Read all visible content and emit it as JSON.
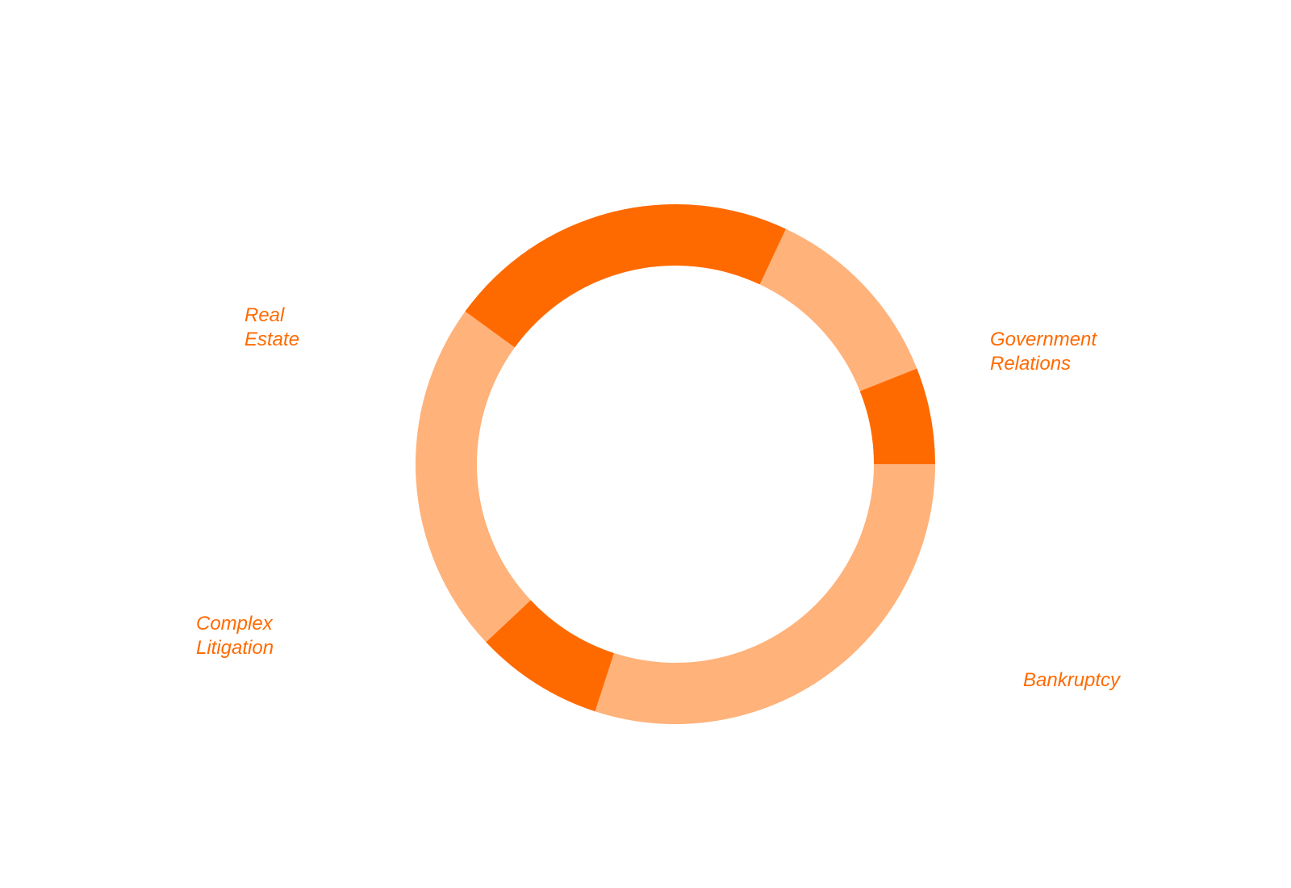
{
  "chart_data": {
    "type": "pie",
    "variant": "donut",
    "start_angle_degrees": 0,
    "direction": "clockwise",
    "slices": [
      {
        "label": "Bankruptcy",
        "label_lines": [
          "Bankruptcy"
        ],
        "value": 30,
        "color": "#ffb27a"
      },
      {
        "label": "",
        "label_lines": [],
        "value": 8,
        "color": "#ff6a00"
      },
      {
        "label": "Complex Litigation",
        "label_lines": [
          "Complex",
          "Litigation"
        ],
        "value": 22,
        "color": "#ffb27a"
      },
      {
        "label": "",
        "label_lines": [],
        "value": 22,
        "color": "#ff6a00"
      },
      {
        "label": "Government Relations",
        "label_lines": [
          "Government",
          "Relations"
        ],
        "value": 12,
        "color": "#ffb27a"
      },
      {
        "label": "",
        "label_lines": [],
        "value": 6,
        "color": "#ff6a00"
      },
      {
        "label": "Real Estate",
        "label_lines": [
          "Real",
          "Estate"
        ],
        "value": 0,
        "color": "#ffb27a"
      }
    ],
    "label_color": "#ff6a00",
    "legend": "none"
  }
}
